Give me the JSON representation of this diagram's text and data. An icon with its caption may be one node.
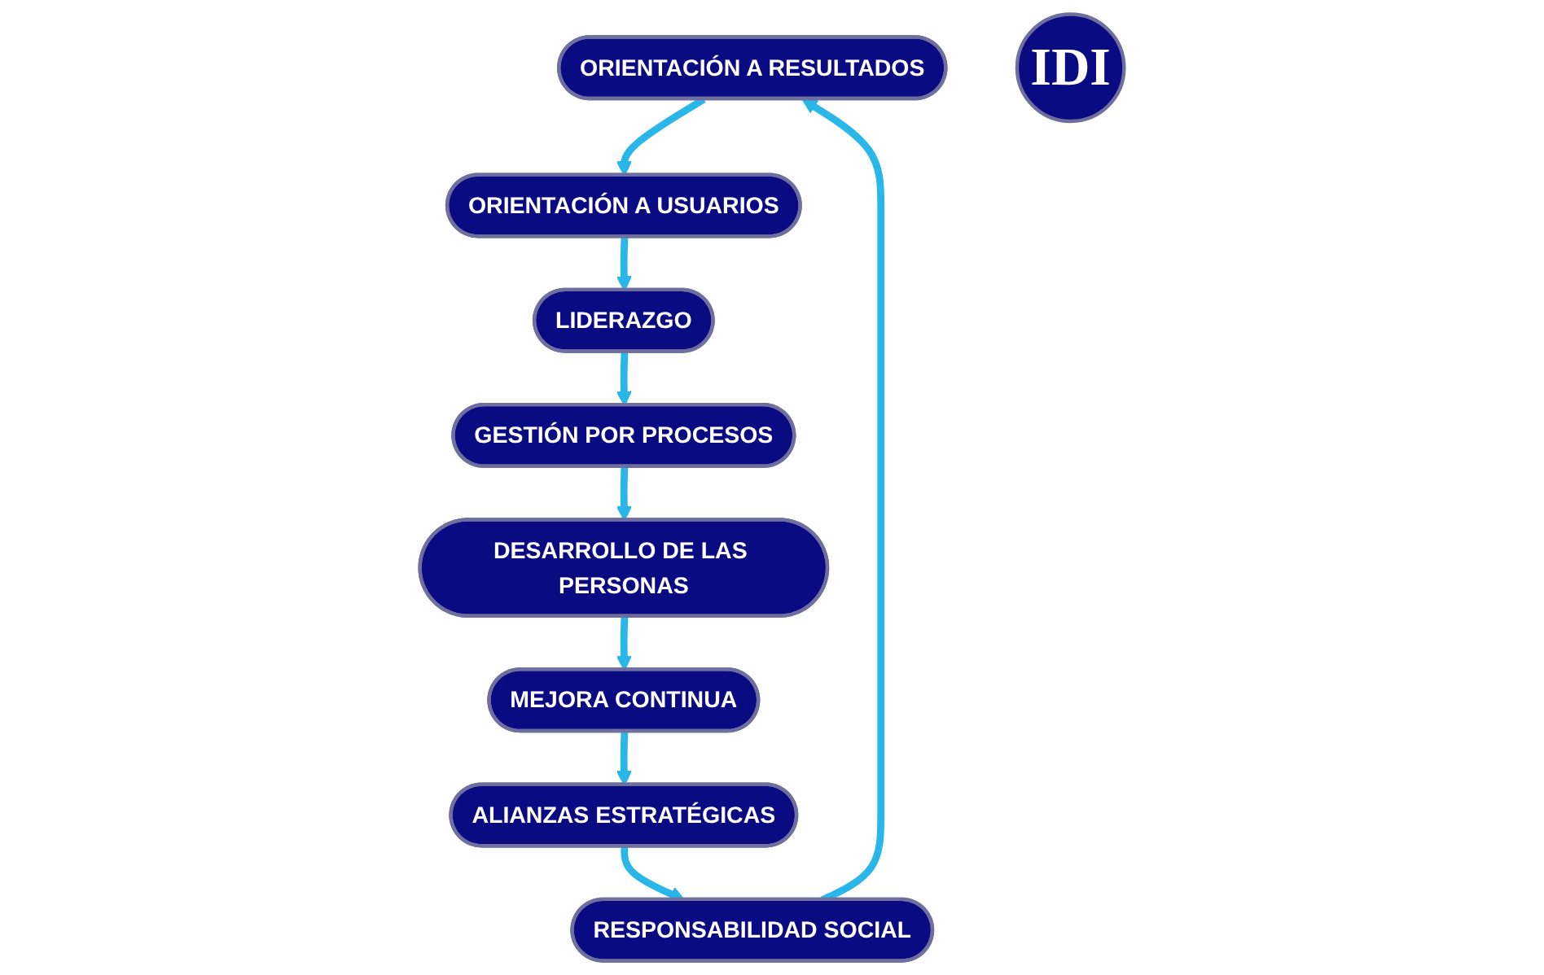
{
  "diagram": {
    "nodes": [
      {
        "text": [
          "ORIENTACIÓN A RESULTADOS"
        ]
      },
      {
        "text": [
          "RESPONSABILIDAD SOCIAL"
        ]
      },
      {
        "text": [
          "ORIENTACIÓN A USUARIOS"
        ]
      },
      {
        "text": [
          "ALIANZAS ESTRATÉGICAS"
        ]
      },
      {
        "text": [
          "IDI"
        ]
      },
      {
        "text": [
          "LIDERAZGO"
        ]
      },
      {
        "text": [
          "MEJORA CONTINUA"
        ]
      },
      {
        "text": [
          "GESTIÓN POR PROCESOS"
        ]
      },
      {
        "text": [
          "DESARROLLO DE LAS PERSONAS"
        ]
      }
    ],
    "edges": [
      {
        "from": 0,
        "to": 2,
        "arrow": "to"
      },
      {
        "from": 2,
        "to": 5,
        "arrow": "to"
      },
      {
        "from": 5,
        "to": 7,
        "arrow": "to"
      },
      {
        "from": 7,
        "to": 8,
        "arrow": "to"
      },
      {
        "from": 8,
        "to": 6,
        "arrow": "to"
      },
      {
        "from": 6,
        "to": 3,
        "arrow": "to"
      },
      {
        "from": 3,
        "to": 1,
        "arrow": "to"
      },
      {
        "from": 1,
        "to": 0,
        "arrow": "to"
      }
    ]
  }
}
